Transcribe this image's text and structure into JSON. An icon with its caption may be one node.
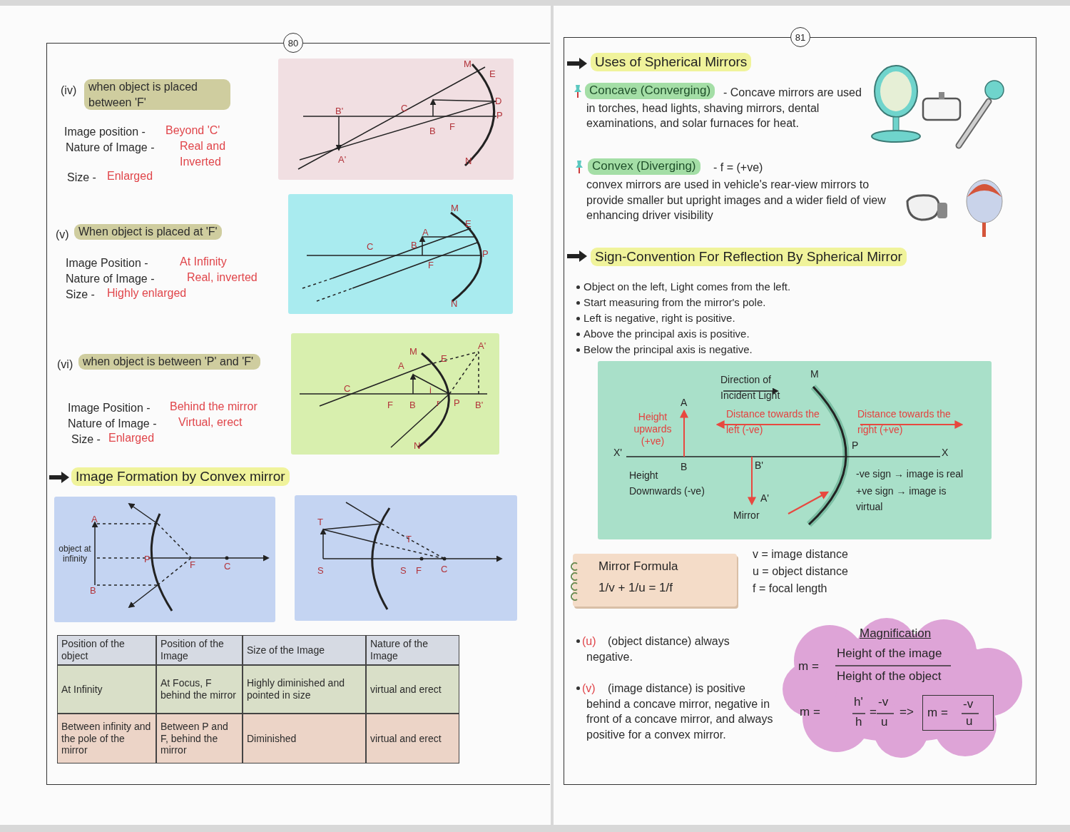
{
  "diagram": {
    "nodes": [
      {
        "text": [
          "80"
        ]
      },
      {
        "text": [
          "81"
        ]
      },
      {
        "text": [
          "M",
          "E",
          "B'",
          "C",
          "D",
          "P",
          "B",
          "F",
          "A'",
          "N"
        ]
      },
      {
        "text": [
          "M",
          "E",
          "A",
          "C",
          "B",
          "P",
          "F",
          "N"
        ]
      },
      {
        "text": [
          "M",
          "E",
          "A'",
          "A",
          "C",
          "i",
          "F",
          "B",
          "r",
          "P",
          "B'",
          "N"
        ]
      },
      {
        "text": [
          "A",
          "object at infinity",
          "P",
          "F",
          "C",
          "B"
        ]
      },
      {
        "text": [
          "T",
          "T",
          "S",
          "S",
          "F",
          "C"
        ]
      },
      {
        "text": [
          "Direction of Incident Light",
          "M",
          "A",
          "Height upwards (+ve)",
          "Distance towards the left (-ve)",
          "Distance towards the right (+ve)",
          "P",
          "X'",
          "X",
          "B",
          "B'",
          "Height Downwards (-ve)",
          "-ve sign → image is real",
          "A'",
          "+ve sign → image is virtual",
          "Mirror"
        ]
      },
      {
        "text": [
          "Mirror Formula",
          "1/v + 1/u = 1/f"
        ]
      },
      {
        "text": [
          "Magnification",
          "m =",
          "Height of the image",
          "Height of the object",
          "m =",
          "h'",
          "h",
          "=",
          "-v",
          "u",
          "=>"
        ]
      },
      {
        "text": [
          "m =",
          "-v",
          "u"
        ],
        "in": 9
      }
    ],
    "labels": [
      "(iv)",
      "when object is placed between 'F'",
      "Image position -",
      "Beyond 'C'",
      "Nature of Image -",
      "Real and Inverted",
      "Size -",
      "Enlarged",
      "(v)",
      "When object is placed at 'F'",
      "Image Position -",
      "At Infinity",
      "Nature of Image -",
      "Real, inverted",
      "Size -",
      "Highly enlarged",
      "(vi)",
      "when object is between 'P' and 'F'",
      "Image Position -",
      "Behind the mirror",
      "Nature of Image -",
      "Virtual, erect",
      "Size -",
      "Enlarged",
      "Image Formation by Convex mirror",
      "Position of the object",
      "Position of the Image",
      "Size of the Image",
      "Nature of the Image",
      "At Infinity",
      "At Focus, F behind the mirror",
      "Highly diminished and pointed in size",
      "virtual and erect",
      "Between infinity and the pole of the mirror",
      "Between P and F, behind the mirror",
      "Diminished",
      "virtual and erect",
      "Uses of Spherical Mirrors",
      "Concave (Converging)",
      "- Concave mirrors are used in torches, head lights, shaving mirrors, dental examinations, and solar furnaces for heat.",
      "Convex (Diverging)",
      "- f = (+ve)",
      "convex mirrors are used in vehicle's rear-view mirrors to provide smaller but upright images and a wider field of view enhancing driver visibility",
      "Sign-Convention For Reflection By Spherical Mirror",
      "Object on the left, Light comes from the left.",
      "Start measuring from the mirror's pole.",
      "Left is negative, right is positive.",
      "Above the principal axis is positive.",
      "Below the principal axis is negative.",
      "v = image distance",
      "u = object distance",
      "f = focal length",
      "(u)",
      "(object distance) always negative.",
      "(v)",
      "(image distance) is positive behind a concave mirror, negative in front of a concave mirror, and always positive for a convex mirror."
    ]
  }
}
